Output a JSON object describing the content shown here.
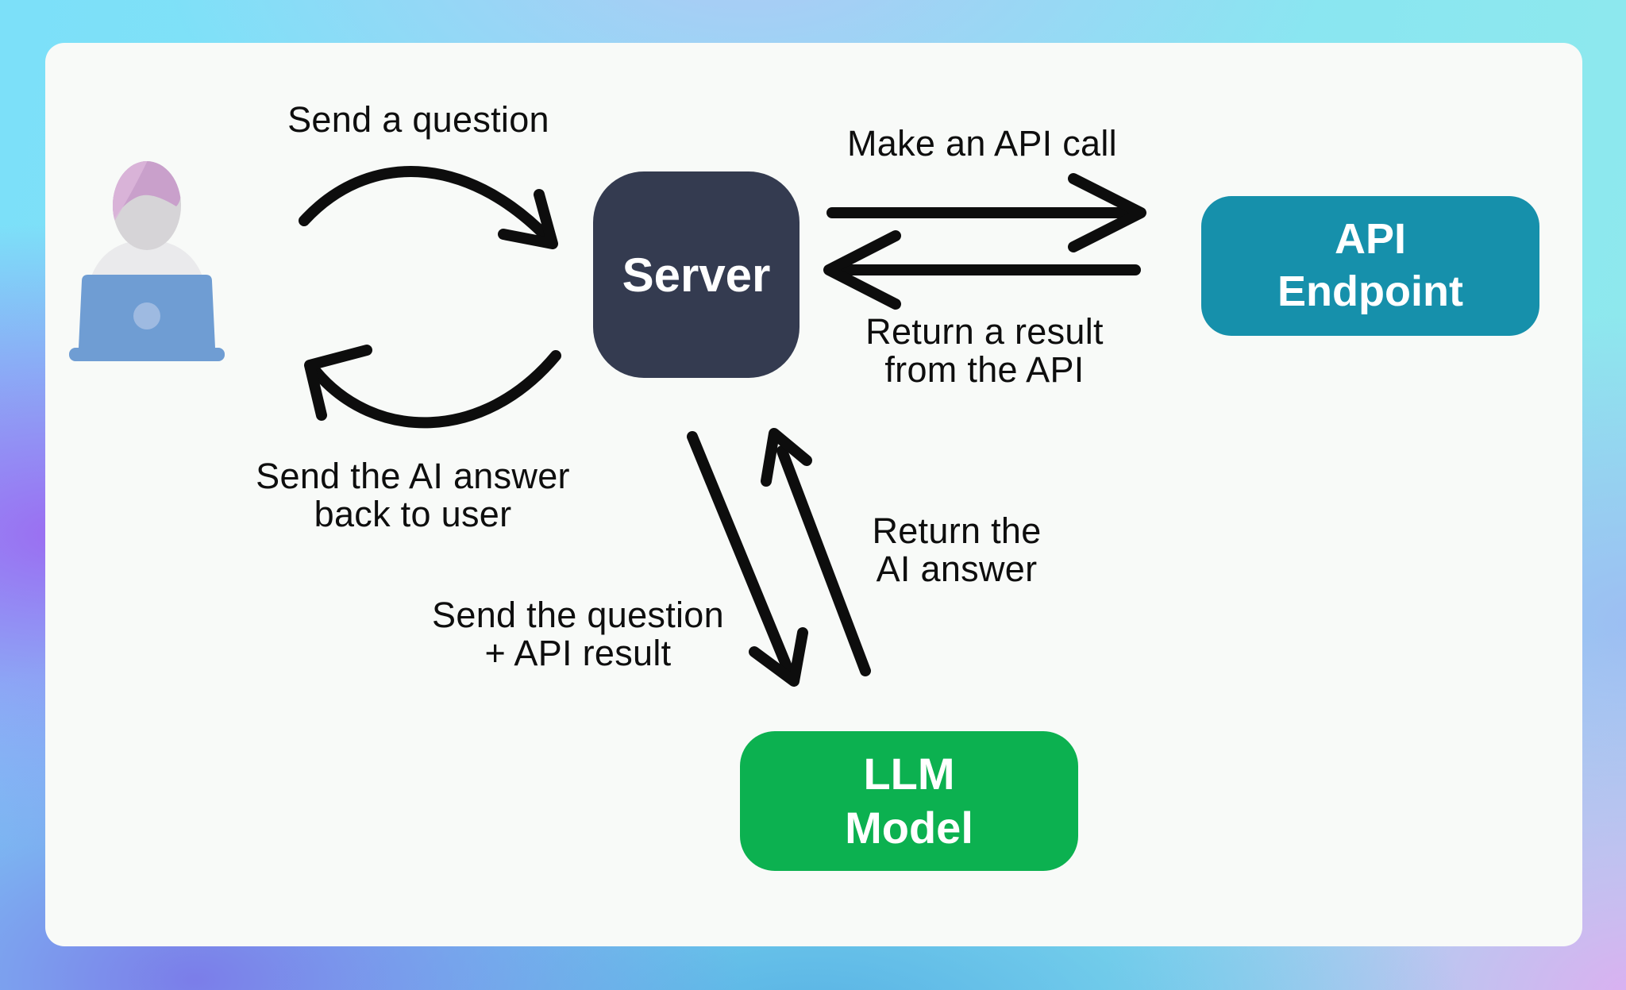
{
  "diagram": {
    "description": "Flow diagram of a user question answered via a server, API endpoint and LLM model",
    "frame_colors": {
      "top_left": "#7CE0F9",
      "left_middle": "#9B6DF2",
      "bottom_left": "#7B7DE9",
      "bottom_center": "#58B1E4",
      "bottom_right": "#DCAFF1",
      "top_right": "#8FE9EC"
    },
    "card_bg": "#F8FAF8",
    "arrow_color": "#0D0D0D",
    "text_color": "#0E0E0E",
    "nodes": {
      "user": {
        "icon": "person-at-laptop-icon"
      },
      "server": {
        "label": "Server",
        "bg": "#343B50",
        "text_color": "#FFFFFF"
      },
      "api_endpoint": {
        "label": "API\nEndpoint",
        "bg": "#1690AB",
        "text_color": "#FFFFFF"
      },
      "llm_model": {
        "label": "LLM\nModel",
        "bg": "#0CB150",
        "text_color": "#FFFFFF"
      }
    },
    "edges": {
      "user_to_server": {
        "label": "Send a question"
      },
      "server_to_api": {
        "label": "Make an API call"
      },
      "api_to_server": {
        "label": "Return a result\nfrom the API"
      },
      "server_to_user": {
        "label": "Send the AI answer\nback to user"
      },
      "server_to_llm": {
        "label": "Send the question\n+ API result"
      },
      "llm_to_server": {
        "label": "Return the\nAI answer"
      }
    }
  }
}
